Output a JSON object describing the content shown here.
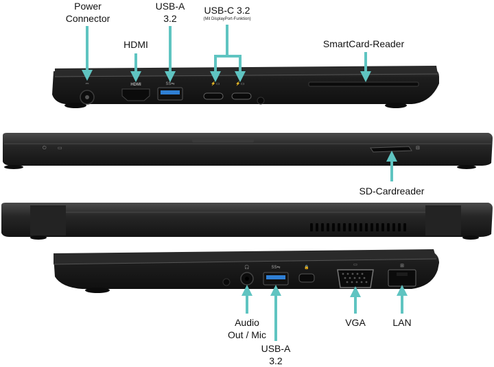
{
  "labels": {
    "power_l1": "Power",
    "power_l2": "Connector",
    "hdmi": "HDMI",
    "usba_top_l1": "USB-A",
    "usba_top_l2": "3.2",
    "usbc_title": "USB-C 3.2",
    "usbc_note": "(Mit DisplayPort-Funktion)",
    "smartcard": "SmartCard-Reader",
    "sdcard": "SD-Cardreader",
    "audio_l1": "Audio",
    "audio_l2": "Out / Mic",
    "usba_bottom_l1": "USB-A",
    "usba_bottom_l2": "3.2",
    "vga": "VGA",
    "lan": "LAN"
  },
  "port_markings": {
    "hdmi": "HDMI"
  },
  "colors": {
    "arrow": "#5fc4c1",
    "chassis": "#1b1b1b",
    "chassis_light": "#2c2c2c",
    "usb_blue": "#2f7fd4"
  }
}
